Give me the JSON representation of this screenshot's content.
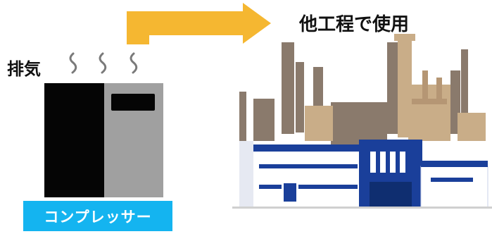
{
  "labels": {
    "exhaust": "排気",
    "other_process_use": "他工程で使用",
    "compressor": "コンプレッサー"
  },
  "colors": {
    "arrow": "#f5b731",
    "caption_bg": "#14b4f0",
    "compressor_dark": "#050505",
    "compressor_gray": "#a0a0a0",
    "factory_blue": "#1a3f9a",
    "factory_tan": "#c9ad88",
    "factory_brown": "#8a7a6c"
  },
  "icons": [
    "steam-icon",
    "compressor-icon",
    "factory-illustration",
    "arrow-icon"
  ]
}
